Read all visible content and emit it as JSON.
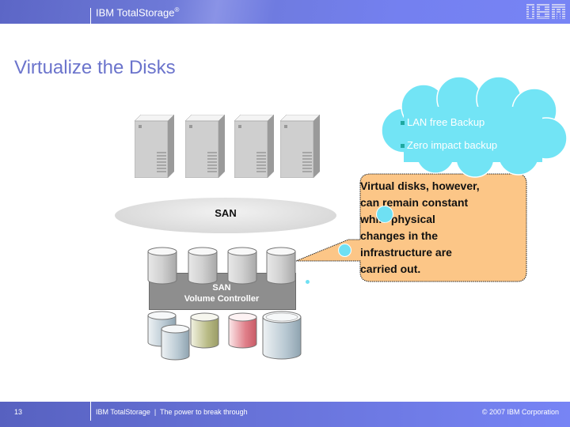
{
  "header": {
    "brand": "IBM TotalStorage",
    "brand_mark": "®",
    "logo": "IBM"
  },
  "slide": {
    "title": "Virtualize the Disks"
  },
  "diagram": {
    "servers": [
      {
        "name": "server-1"
      },
      {
        "name": "server-2"
      },
      {
        "name": "server-3"
      },
      {
        "name": "server-4"
      }
    ],
    "san_label": "SAN",
    "controller_line1": "SAN",
    "controller_line2": "Volume Controller",
    "virtual_disks_count": 4,
    "physical_disks": [
      {
        "color": "#b8c8d2"
      },
      {
        "color": "#b8c8d2"
      },
      {
        "color": "#b9bb86"
      },
      {
        "color": "#dc6a72"
      },
      {
        "color": "#b8c8d2"
      }
    ]
  },
  "cloud": {
    "items": [
      "LAN free Backup",
      "Zero impact backup"
    ],
    "color": "#72e4f5"
  },
  "callout": {
    "lines": [
      "Virtual disks, however,",
      "can remain constant",
      "while physical",
      "changes in the",
      "infrastructure are",
      "carried out."
    ],
    "color": "#fcc687"
  },
  "footer": {
    "page_number": "13",
    "tagline": "IBM TotalStorage  |  The power to break through",
    "copyright": "© 2007 IBM Corporation"
  }
}
